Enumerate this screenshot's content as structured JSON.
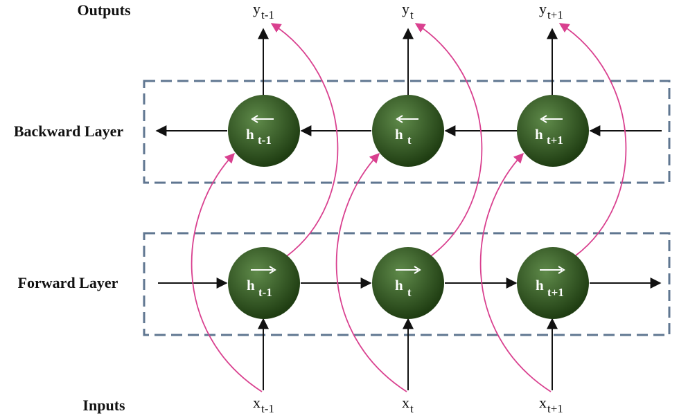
{
  "labels": {
    "outputs": "Outputs",
    "backward_layer": "Backward Layer",
    "forward_layer": "Forward Layer",
    "inputs": "Inputs"
  },
  "timesteps": [
    {
      "sub": "t-1"
    },
    {
      "sub": "t"
    },
    {
      "sub": "t+1"
    }
  ],
  "symbols": {
    "output": "y",
    "input": "x",
    "hidden": "h"
  },
  "colors": {
    "node_fill_light": "#5f8a4a",
    "node_fill_dark": "#1f3d12",
    "layer_border": "#5f7690",
    "skip_arrow": "#d9408f",
    "arrow": "#111111"
  }
}
